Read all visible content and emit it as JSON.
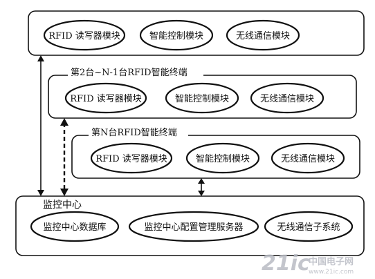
{
  "top_unit": {
    "modules": [
      "RFID 读写器模块",
      "智能控制模块",
      "无线通信模块"
    ]
  },
  "middle_unit": {
    "title": "第2台~N-1台RFID智能终端",
    "modules": [
      "RFID 读写器模块",
      "智能控制模块",
      "无线通信模块"
    ]
  },
  "nth_unit": {
    "title": "第N台RFID智能终端",
    "modules": [
      "RFID 读写器模块",
      "智能控制模块",
      "无线通信模块"
    ]
  },
  "monitor_center": {
    "title": "监控中心",
    "modules": [
      "监控中心数据库",
      "监控中心配置管理服务器",
      "无线通信子系统"
    ]
  },
  "watermark": {
    "logo": "21ic",
    "site": "中国电子网",
    "url": "www.21ic.com"
  }
}
